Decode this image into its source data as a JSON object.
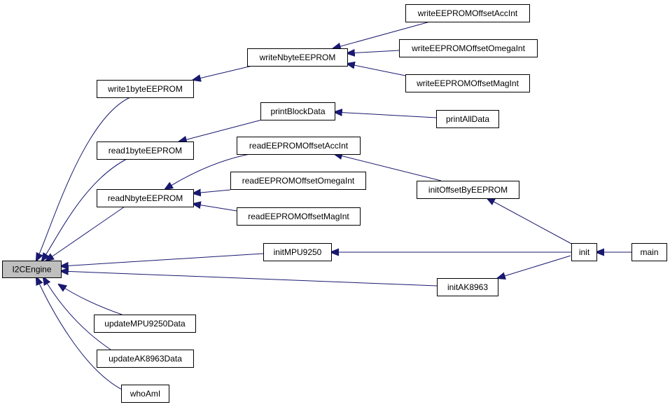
{
  "diagram": {
    "nodes": [
      {
        "id": "i2c",
        "label": "I2CEngine",
        "highlight": true
      },
      {
        "id": "w1",
        "label": "write1byteEEPROM"
      },
      {
        "id": "wn",
        "label": "writeNbyteEEPROM"
      },
      {
        "id": "woa",
        "label": "writeEEPROMOffsetAccInt"
      },
      {
        "id": "woo",
        "label": "writeEEPROMOffsetOmegaInt"
      },
      {
        "id": "wom",
        "label": "writeEEPROMOffsetMagInt"
      },
      {
        "id": "pbd",
        "label": "printBlockData"
      },
      {
        "id": "pad",
        "label": "printAllData"
      },
      {
        "id": "r1",
        "label": "read1byteEEPROM"
      },
      {
        "id": "roa",
        "label": "readEEPROMOffsetAccInt"
      },
      {
        "id": "rn",
        "label": "readNbyteEEPROM"
      },
      {
        "id": "roo",
        "label": "readEEPROMOffsetOmegaInt"
      },
      {
        "id": "rom",
        "label": "readEEPROMOffsetMagInt"
      },
      {
        "id": "iobe",
        "label": "initOffsetByEEPROM"
      },
      {
        "id": "impu",
        "label": "initMPU9250"
      },
      {
        "id": "init",
        "label": "init"
      },
      {
        "id": "main",
        "label": "main"
      },
      {
        "id": "iak",
        "label": "initAK8963"
      },
      {
        "id": "umpu",
        "label": "updateMPU9250Data"
      },
      {
        "id": "uak",
        "label": "updateAK8963Data"
      },
      {
        "id": "who",
        "label": "whoAmI"
      }
    ],
    "edges": [
      {
        "from": "w1",
        "to": "i2c"
      },
      {
        "from": "r1",
        "to": "i2c"
      },
      {
        "from": "rn",
        "to": "i2c"
      },
      {
        "from": "impu",
        "to": "i2c"
      },
      {
        "from": "iak",
        "to": "i2c"
      },
      {
        "from": "umpu",
        "to": "i2c"
      },
      {
        "from": "uak",
        "to": "i2c"
      },
      {
        "from": "who",
        "to": "i2c"
      },
      {
        "from": "wn",
        "to": "w1"
      },
      {
        "from": "woa",
        "to": "wn"
      },
      {
        "from": "woo",
        "to": "wn"
      },
      {
        "from": "wom",
        "to": "wn"
      },
      {
        "from": "pbd",
        "to": "r1"
      },
      {
        "from": "pad",
        "to": "pbd"
      },
      {
        "from": "roa",
        "to": "rn"
      },
      {
        "from": "roo",
        "to": "rn"
      },
      {
        "from": "rom",
        "to": "rn"
      },
      {
        "from": "iobe",
        "to": "roa"
      },
      {
        "from": "init",
        "to": "iobe"
      },
      {
        "from": "init",
        "to": "impu"
      },
      {
        "from": "init",
        "to": "iak"
      },
      {
        "from": "main",
        "to": "init"
      }
    ],
    "colors": {
      "edge": "#191970",
      "node_fill": "#ffffff",
      "highlight_fill": "#bfbfbf",
      "border": "#000000"
    }
  }
}
